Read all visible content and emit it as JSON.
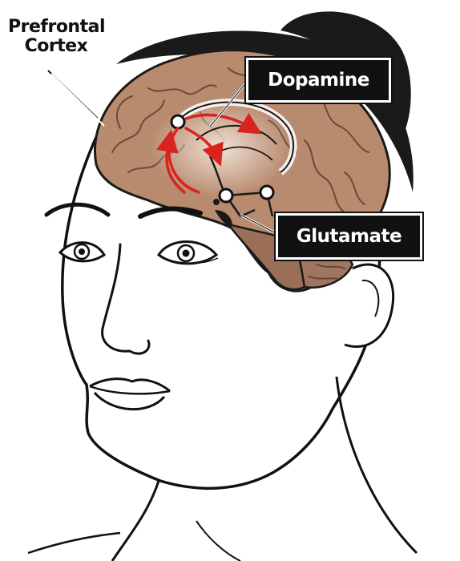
{
  "labels": {
    "prefrontal_line1": "Prefrontal",
    "prefrontal_line2": "Cortex",
    "dopamine": "Dopamine",
    "glutamate": "Glutamate"
  },
  "colors": {
    "brain_fill": "#b88a6e",
    "brain_dark": "#7a5a48",
    "pathway_arrow": "#d8231f",
    "label_box": "#111111",
    "outline": "#111111"
  }
}
